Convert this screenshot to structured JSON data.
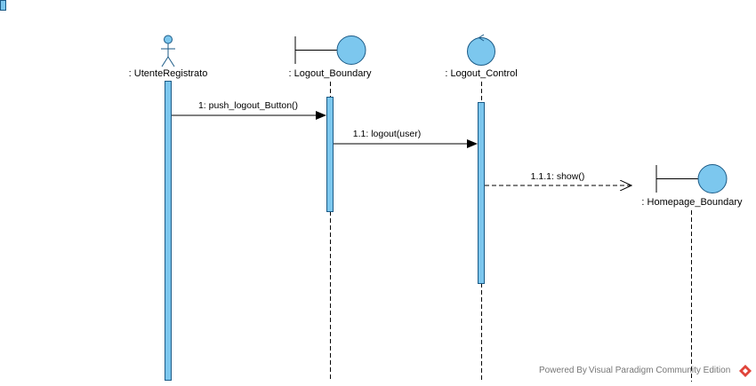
{
  "colors": {
    "fill": "#7cc7ee",
    "stroke": "#1b5a86",
    "line": "#000000"
  },
  "lifelines": {
    "actor": {
      "label": ": UtenteRegistrato",
      "icon": "actor-icon"
    },
    "logout_boundary": {
      "label": ": Logout_Boundary",
      "icon": "boundary-icon"
    },
    "logout_control": {
      "label": ": Logout_Control",
      "icon": "control-icon"
    },
    "homepage_boundary": {
      "label": ": Homepage_Boundary",
      "icon": "boundary-icon"
    }
  },
  "messages": {
    "m1": {
      "label": "1: push_logout_Button()",
      "kind": "synchronous"
    },
    "m2": {
      "label": "1.1: logout(user)",
      "kind": "synchronous"
    },
    "m3": {
      "label": "1.1.1: show()",
      "kind": "create"
    }
  },
  "watermark": {
    "prefix": "Powered By Visual Paradigm Community Edition",
    "icon": "visual-paradigm-logo-icon"
  }
}
